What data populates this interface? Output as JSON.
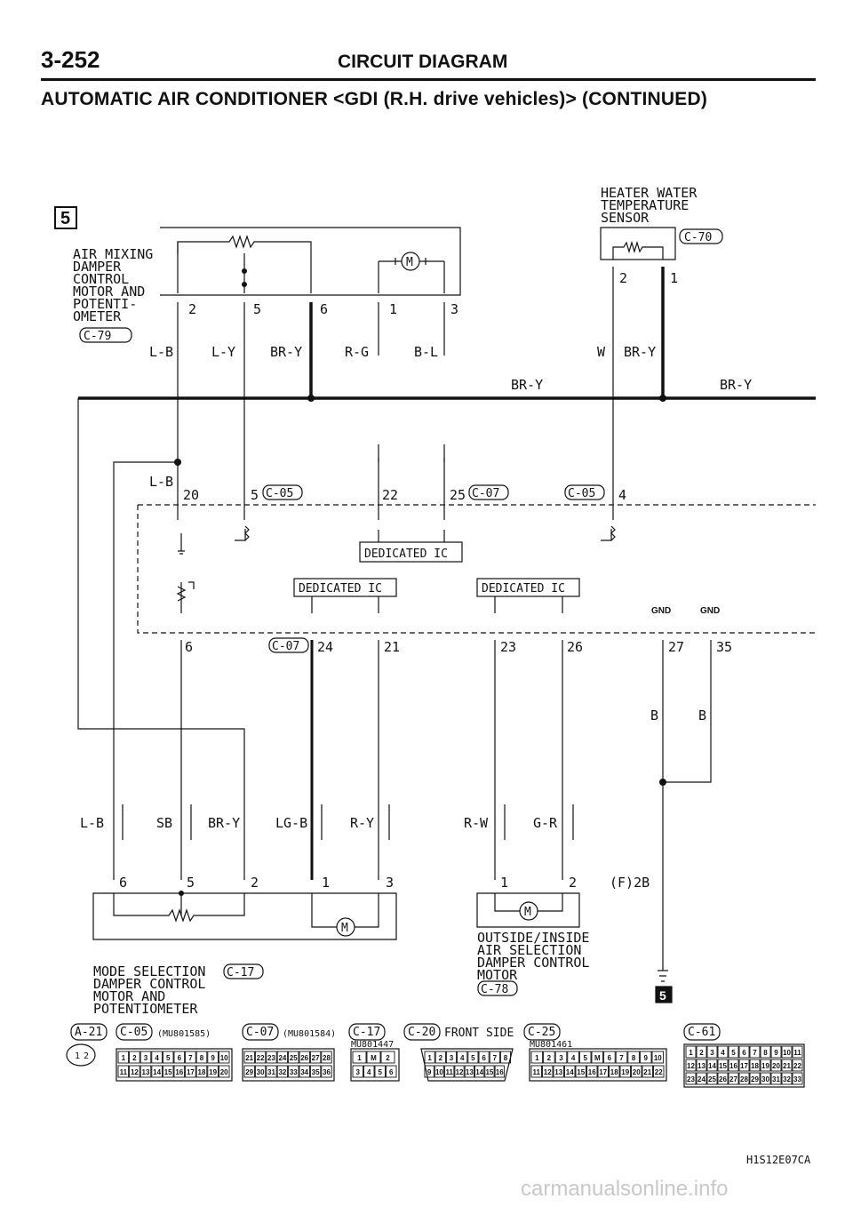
{
  "header": {
    "page_number": "3-252",
    "section": "CIRCUIT DIAGRAM",
    "title": "AUTOMATIC AIR CONDITIONER <GDI (R.H. drive vehicles)> (CONTINUED)"
  },
  "diagram": {
    "marker_top": "5",
    "marker_bottom": "5",
    "air_mixing": {
      "label": [
        "AIR MIXING",
        "DAMPER",
        "CONTROL",
        "MOTOR AND",
        "POTENTI-",
        "OMETER"
      ],
      "connector": "C-79",
      "pins": [
        "2",
        "5",
        "6",
        "1",
        "3"
      ],
      "wires": [
        "L-B",
        "L-Y",
        "BR-Y",
        "R-G",
        "B-L"
      ]
    },
    "heater_sensor": {
      "label": [
        "HEATER WATER",
        "TEMPERATURE",
        "SENSOR"
      ],
      "connector": "C-70",
      "pins": [
        "2",
        "1"
      ],
      "wires": [
        "W",
        "BR-Y"
      ]
    },
    "bus_labels": [
      "BR-Y",
      "BR-Y"
    ],
    "ecu_top": {
      "wire_left": "L-B",
      "pins": [
        "20",
        "5",
        "22",
        "25",
        "4"
      ],
      "connectors": [
        "C-05",
        "C-07",
        "C-05"
      ]
    },
    "dedicated_ic": "DEDICATED IC",
    "gnd": "GND",
    "ecu_bottom": {
      "pins": [
        "6",
        "24",
        "21",
        "23",
        "26",
        "27",
        "35"
      ],
      "connector": "C-07"
    },
    "ground_wires": [
      "B",
      "B"
    ],
    "mode_selection": {
      "wires": [
        "L-B",
        "SB",
        "BR-Y",
        "LG-B",
        "R-Y"
      ],
      "pins": [
        "6",
        "5",
        "2",
        "1",
        "3"
      ],
      "label": [
        "MODE SELECTION",
        "DAMPER CONTROL",
        "MOTOR AND",
        "POTENTIOMETER"
      ],
      "connector": "C-17"
    },
    "outside_inside": {
      "wires": [
        "R-W",
        "G-R"
      ],
      "pins": [
        "1",
        "2"
      ],
      "label": [
        "OUTSIDE/INSIDE",
        "AIR SELECTION",
        "DAMPER CONTROL",
        "MOTOR"
      ],
      "connector": "C-78"
    },
    "ground_point": "(F)2B",
    "motor_symbol": "M"
  },
  "connectors": {
    "list": [
      "A-21",
      "C-05",
      "C-07",
      "C-17",
      "C-20",
      "C-25",
      "C-61"
    ],
    "part_c05": "(MU801585)",
    "part_c07": "(MU801584)",
    "part_c17": "MU801447",
    "part_c25": "MU801461",
    "front_side": "FRONT SIDE",
    "a21_pins": [
      "1",
      "2"
    ],
    "c05_row1": [
      "1",
      "2",
      "3",
      "4",
      "5",
      "6",
      "7",
      "8",
      "9",
      "10"
    ],
    "c05_row2": [
      "11",
      "12",
      "13",
      "14",
      "15",
      "16",
      "17",
      "18",
      "19",
      "20"
    ],
    "c07_row1": [
      "21",
      "22",
      "23",
      "24",
      "25",
      "26",
      "27",
      "28"
    ],
    "c07_row2": [
      "29",
      "30",
      "31",
      "32",
      "33",
      "34",
      "35",
      "36"
    ],
    "c17_row1": [
      "1",
      "M",
      "2"
    ],
    "c17_row2": [
      "3",
      "4",
      "5",
      "6"
    ],
    "c20_row1": [
      "1",
      "2",
      "3",
      "4",
      "5",
      "6",
      "7",
      "8"
    ],
    "c20_row2": [
      "9",
      "10",
      "11",
      "12",
      "13",
      "14",
      "15",
      "16"
    ],
    "c25_row1": [
      "1",
      "2",
      "3",
      "4",
      "5",
      "M",
      "6",
      "7",
      "8",
      "9",
      "10"
    ],
    "c25_row2": [
      "11",
      "12",
      "13",
      "14",
      "15",
      "16",
      "17",
      "18",
      "19",
      "20",
      "21",
      "22"
    ],
    "c61_row1": [
      "1",
      "2",
      "3",
      "4",
      "5",
      "6",
      "7",
      "8",
      "9",
      "10",
      "11"
    ],
    "c61_row2": [
      "12",
      "13",
      "14",
      "15",
      "16",
      "17",
      "18",
      "19",
      "20",
      "21",
      "22"
    ],
    "c61_row3": [
      "23",
      "24",
      "25",
      "26",
      "27",
      "28",
      "29",
      "30",
      "31",
      "32",
      "33"
    ]
  },
  "footer": {
    "code": "H1S12E07CA",
    "watermark": "carmanualsonline.info"
  }
}
